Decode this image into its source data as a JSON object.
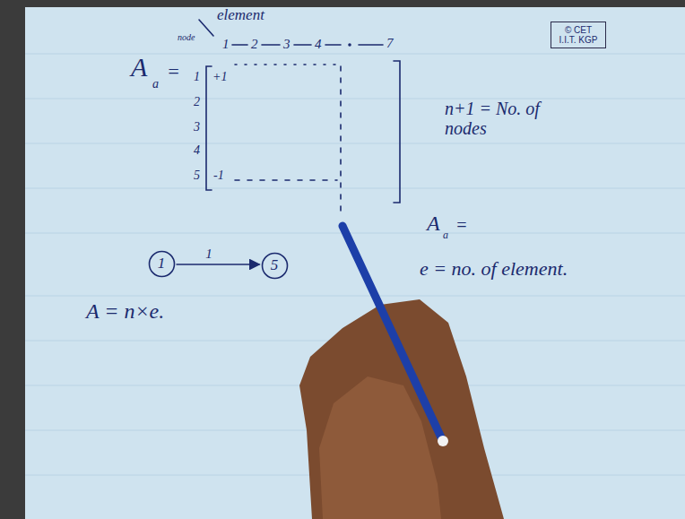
{
  "diagram": {
    "nodes": [
      {
        "text": [
          "© CET I.I.T. KGP"
        ]
      },
      {
        "text": [
          "1"
        ]
      },
      {
        "text": [
          "5"
        ]
      }
    ],
    "edges": [
      {
        "from": 1,
        "to": 2,
        "arrow": "to",
        "label": "1"
      }
    ],
    "labels": [
      "element",
      "node",
      "1",
      "2",
      "3",
      "4",
      "7",
      "1",
      "2",
      "3",
      "4",
      "5",
      "+1",
      "-1",
      "A",
      "a",
      "=",
      "n+1 = No. of nodes",
      "A",
      "a",
      "=",
      "e = no. of element.",
      "A = n×e."
    ]
  }
}
